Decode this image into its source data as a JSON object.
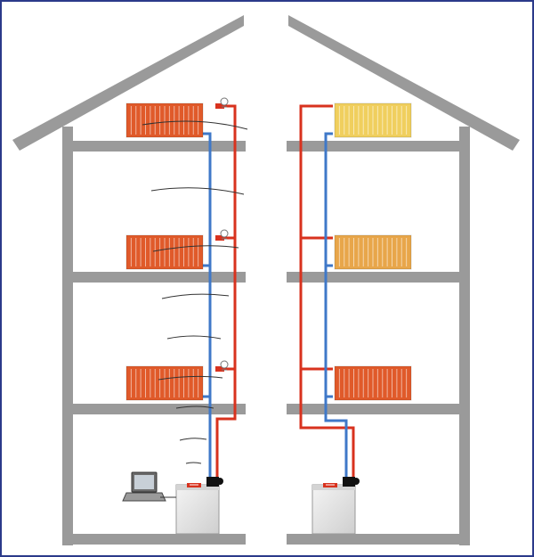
{
  "colors": {
    "frame_border": "#2b3a8a",
    "wall": "#9a9a9a",
    "flow_pipe": "#d8321e",
    "return_pipe": "#3f78c8",
    "radiator_hot": "#e05a2a",
    "radiator_warm": "#e8a64a",
    "radiator_cool": "#f0cf5e",
    "boiler": "#e6e6e6",
    "pump": "#111111"
  },
  "icons": {
    "laptop": "laptop-icon",
    "thermostatic_valve": "thermostatic-valve-icon",
    "pump": "circulation-pump-icon",
    "boiler": "boiler-icon"
  },
  "left_house": {
    "caption": "",
    "radiators": [
      {
        "floor": "attic",
        "shade": "hot",
        "valve": true
      },
      {
        "floor": "second",
        "shade": "hot",
        "valve": true
      },
      {
        "floor": "first",
        "shade": "hot",
        "valve": true
      }
    ],
    "has_laptop": true
  },
  "right_house": {
    "caption": "",
    "radiators": [
      {
        "floor": "attic",
        "shade": "cool",
        "valve": false
      },
      {
        "floor": "second",
        "shade": "warm",
        "valve": false
      },
      {
        "floor": "first",
        "shade": "hot",
        "valve": false
      }
    ],
    "has_laptop": false
  }
}
